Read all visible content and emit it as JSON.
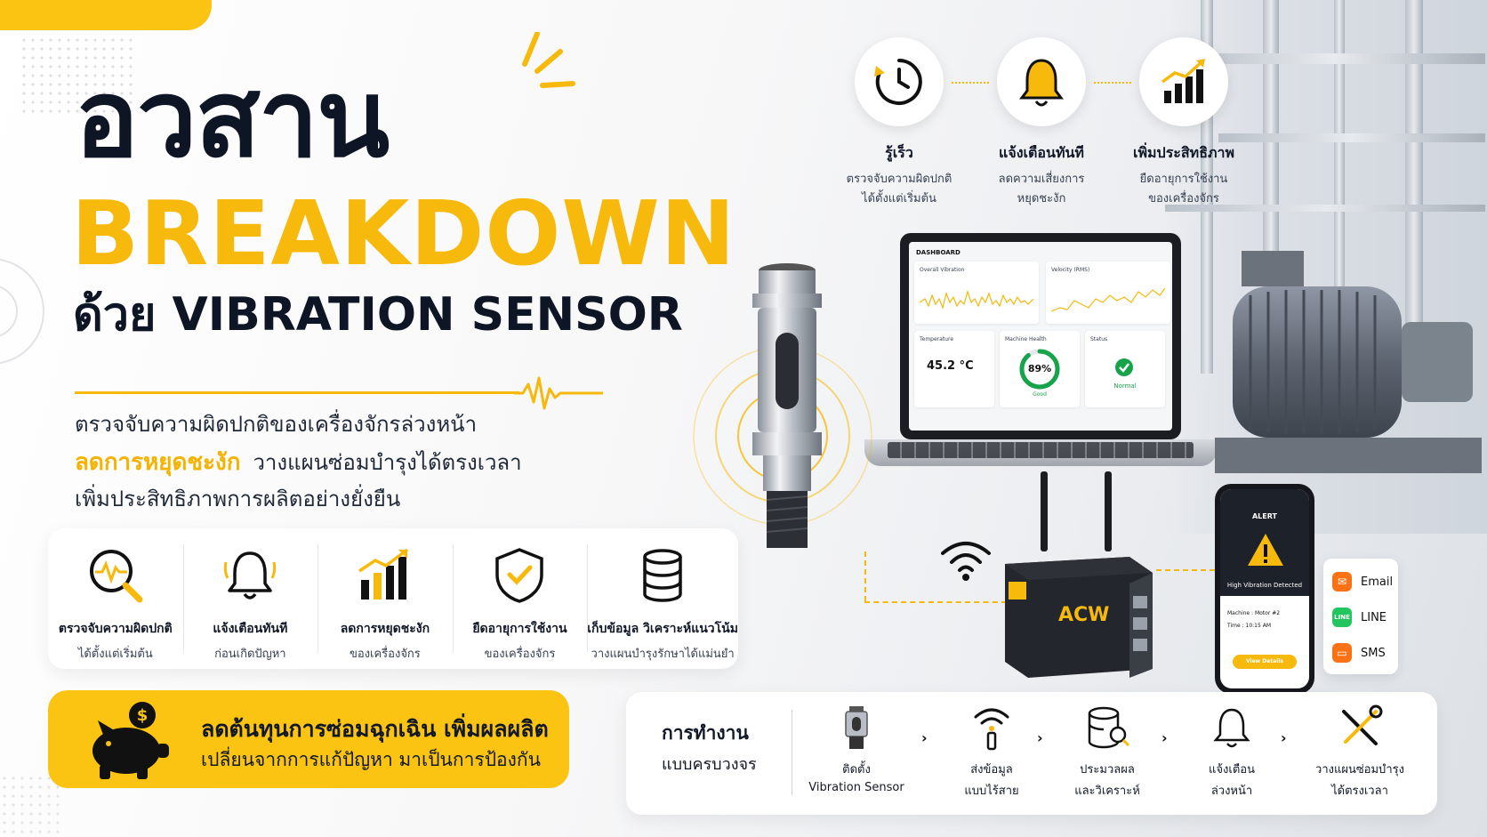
{
  "headline": {
    "line1": "อวสาน",
    "line2": "BREAKDOWN",
    "line3": "ด้วย VIBRATION SENSOR"
  },
  "subtitle": {
    "line1": "ตรวจจับความผิดปกติของเครื่องจักรล่วงหน้า",
    "line2_highlight": "ลดการหยุดชะงัก",
    "line2_rest": "วางแผนซ่อมบำรุงได้ตรงเวลา",
    "line3": "เพิ่มประสิทธิภาพการผลิตอย่างยั่งยืน"
  },
  "features": [
    {
      "title": "ตรวจจับความผิดปกติ",
      "desc": "ได้ตั้งแต่เริ่มต้น",
      "icon": "magnifier-pulse-icon"
    },
    {
      "title": "แจ้งเตือนทันที",
      "desc": "ก่อนเกิดปัญหา",
      "icon": "bell-icon"
    },
    {
      "title": "ลดการหยุดชะงัก",
      "desc": "ของเครื่องจักร",
      "icon": "bar-chart-up-icon"
    },
    {
      "title": "ยืดอายุการใช้งาน",
      "desc": "ของเครื่องจักร",
      "icon": "shield-check-icon"
    },
    {
      "title": "เก็บข้อมูล วิเคราะห์แนวโน้ม",
      "desc": "วางแผนบำรุงรักษาได้แม่นยำ",
      "icon": "database-icon"
    }
  ],
  "banner": {
    "line1": "ลดต้นทุนการซ่อมฉุกเฉิน เพิ่มผลผลิต",
    "line2": "เปลี่ยนจากการแก้ปัญหา มาเป็นการป้องกัน",
    "icon": "piggy-bank-icon"
  },
  "benefits": [
    {
      "title": "รู้เร็ว",
      "desc1": "ตรวจจับความผิดปกติ",
      "desc2": "ได้ตั้งแต่เริ่มต้น",
      "icon": "clock-fast-icon"
    },
    {
      "title": "แจ้งเตือนทันที",
      "desc1": "ลดความเสี่ยงการ",
      "desc2": "หยุดชะงัก",
      "icon": "bell-icon"
    },
    {
      "title": "เพิ่มประสิทธิภาพ",
      "desc1": "ยืดอายุการใช้งาน",
      "desc2": "ของเครื่องจักร",
      "icon": "growth-chart-icon"
    }
  ],
  "dashboard": {
    "title": "DASHBOARD",
    "overall_vibration": "Overall Vibration",
    "velocity": "Velocity (RMS)",
    "temperature_label": "Temperature",
    "temperature_value": "45.2 °C",
    "health_label": "Machine Health",
    "health_value": "89%",
    "health_fraction": 0.89,
    "health_status": "Good",
    "status_label": "Status",
    "status_value": "Normal"
  },
  "gateway": {
    "brand": "ACW"
  },
  "phone": {
    "header": "ALERT",
    "message": "High Vibration Detected",
    "machine": "Machine : Motor #2",
    "time": "Time : 10:15 AM",
    "button": "View Details"
  },
  "notify": [
    {
      "label": "Email",
      "color": "#f97316",
      "icon": "email-icon"
    },
    {
      "label": "LINE",
      "color": "#22c55e",
      "icon": "line-icon"
    },
    {
      "label": "SMS",
      "color": "#f97316",
      "icon": "sms-icon"
    }
  ],
  "process": {
    "title1": "การทำงาน",
    "title2": "แบบครบวงจร",
    "steps": [
      {
        "l1": "ติดตั้ง",
        "l2": "Vibration Sensor",
        "icon": "sensor-icon"
      },
      {
        "l1": "ส่งข้อมูล",
        "l2": "แบบไร้สาย",
        "icon": "wireless-icon"
      },
      {
        "l1": "ประมวลผล",
        "l2": "และวิเคราะห์",
        "icon": "database-search-icon"
      },
      {
        "l1": "แจ้งเตือน",
        "l2": "ล่วงหน้า",
        "icon": "bell-icon"
      },
      {
        "l1": "วางแผนซ่อมบำรุง",
        "l2": "ได้ตรงเวลา",
        "icon": "tools-icon"
      }
    ]
  },
  "colors": {
    "accent": "#f7b90b",
    "dark": "#0e1524"
  }
}
